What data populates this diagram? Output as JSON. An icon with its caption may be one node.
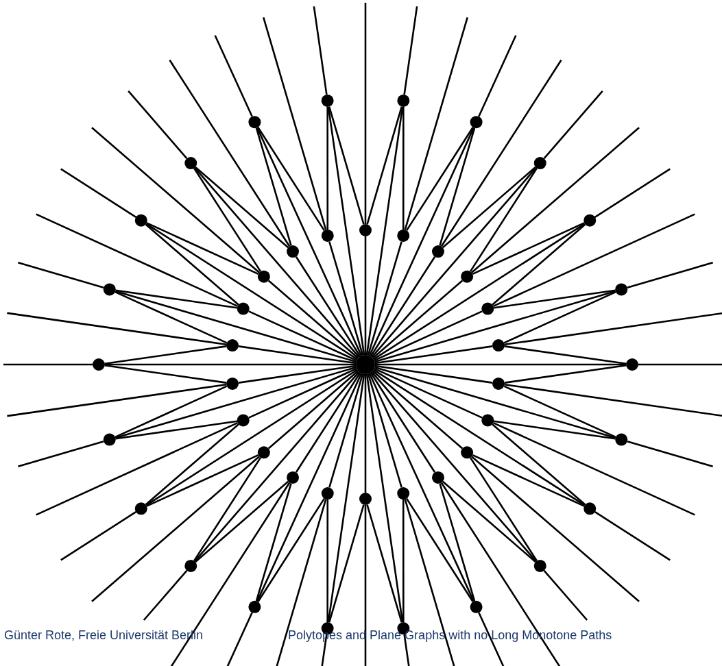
{
  "diagram": {
    "nodes": [
      {
        "text": [],
        "shape": "circle"
      },
      {
        "text": [],
        "shape": "circle"
      },
      {
        "text": [],
        "shape": "circle"
      },
      {
        "text": [],
        "shape": "circle"
      },
      {
        "text": [],
        "shape": "circle"
      },
      {
        "text": [],
        "shape": "circle"
      },
      {
        "text": [],
        "shape": "circle"
      },
      {
        "text": [],
        "shape": "circle"
      },
      {
        "text": [],
        "shape": "circle"
      },
      {
        "text": [],
        "shape": "circle"
      },
      {
        "text": [],
        "shape": "circle"
      },
      {
        "text": [],
        "shape": "circle"
      },
      {
        "text": [],
        "shape": "circle"
      },
      {
        "text": [],
        "shape": "circle"
      },
      {
        "text": [],
        "shape": "circle"
      },
      {
        "text": [],
        "shape": "circle"
      },
      {
        "text": [],
        "shape": "circle"
      },
      {
        "text": [],
        "shape": "circle"
      },
      {
        "text": [],
        "shape": "circle"
      },
      {
        "text": [],
        "shape": "circle"
      },
      {
        "text": [],
        "shape": "circle"
      },
      {
        "text": [],
        "shape": "circle"
      },
      {
        "text": [],
        "shape": "circle"
      },
      {
        "text": [],
        "shape": "circle"
      },
      {
        "text": [],
        "shape": "circle"
      },
      {
        "text": [],
        "shape": "circle"
      },
      {
        "text": [],
        "shape": "circle"
      },
      {
        "text": [],
        "shape": "circle"
      },
      {
        "text": [],
        "shape": "circle"
      },
      {
        "text": [],
        "shape": "circle"
      },
      {
        "text": [],
        "shape": "circle"
      },
      {
        "text": [],
        "shape": "circle"
      },
      {
        "text": [],
        "shape": "circle"
      },
      {
        "text": [],
        "shape": "circle"
      },
      {
        "text": [],
        "shape": "circle"
      },
      {
        "text": [],
        "shape": "circle"
      },
      {
        "text": [],
        "shape": "circle"
      },
      {
        "text": [],
        "shape": "circle"
      },
      {
        "text": [],
        "shape": "circle"
      },
      {
        "text": [],
        "shape": "circle"
      },
      {
        "text": [],
        "shape": "circle"
      },
      {
        "text": [],
        "shape": "circle"
      },
      {
        "text": [],
        "shape": "circle"
      },
      {
        "text": [],
        "shape": "circle"
      },
      {
        "text": [],
        "shape": "circle"
      }
    ],
    "edges": [
      {
        "from": 0,
        "to": 1,
        "arrow": "none"
      },
      {
        "from": 0,
        "to": 2,
        "arrow": "none"
      },
      {
        "from": 0,
        "to": 3,
        "arrow": "none"
      },
      {
        "from": 0,
        "to": 4,
        "arrow": "none"
      },
      {
        "from": 0,
        "to": 5,
        "arrow": "none"
      },
      {
        "from": 0,
        "to": 6,
        "arrow": "none"
      },
      {
        "from": 0,
        "to": 7,
        "arrow": "none"
      },
      {
        "from": 0,
        "to": 8,
        "arrow": "none"
      },
      {
        "from": 0,
        "to": 9,
        "arrow": "none"
      },
      {
        "from": 0,
        "to": 10,
        "arrow": "none"
      },
      {
        "from": 0,
        "to": 11,
        "arrow": "none"
      },
      {
        "from": 0,
        "to": 12,
        "arrow": "none"
      },
      {
        "from": 0,
        "to": 13,
        "arrow": "none"
      },
      {
        "from": 0,
        "to": 14,
        "arrow": "none"
      },
      {
        "from": 0,
        "to": 15,
        "arrow": "none"
      },
      {
        "from": 0,
        "to": 16,
        "arrow": "none"
      },
      {
        "from": 0,
        "to": 17,
        "arrow": "none"
      },
      {
        "from": 0,
        "to": 18,
        "arrow": "none"
      },
      {
        "from": 0,
        "to": 19,
        "arrow": "none"
      },
      {
        "from": 0,
        "to": 20,
        "arrow": "none"
      },
      {
        "from": 0,
        "to": 21,
        "arrow": "none"
      },
      {
        "from": 0,
        "to": 22,
        "arrow": "none"
      },
      {
        "from": 0,
        "to": 23,
        "arrow": "none"
      },
      {
        "from": 0,
        "to": 24,
        "arrow": "none"
      },
      {
        "from": 0,
        "to": 25,
        "arrow": "none"
      },
      {
        "from": 0,
        "to": 26,
        "arrow": "none"
      },
      {
        "from": 0,
        "to": 27,
        "arrow": "none"
      },
      {
        "from": 0,
        "to": 28,
        "arrow": "none"
      },
      {
        "from": 0,
        "to": 29,
        "arrow": "none"
      },
      {
        "from": 0,
        "to": 30,
        "arrow": "none"
      },
      {
        "from": 0,
        "to": 31,
        "arrow": "none"
      },
      {
        "from": 0,
        "to": 32,
        "arrow": "none"
      },
      {
        "from": 0,
        "to": 33,
        "arrow": "none"
      },
      {
        "from": 0,
        "to": 34,
        "arrow": "none"
      },
      {
        "from": 0,
        "to": 35,
        "arrow": "none"
      },
      {
        "from": 0,
        "to": 36,
        "arrow": "none"
      },
      {
        "from": 0,
        "to": 37,
        "arrow": "none"
      },
      {
        "from": 0,
        "to": 38,
        "arrow": "none"
      },
      {
        "from": 0,
        "to": 39,
        "arrow": "none"
      },
      {
        "from": 0,
        "to": 40,
        "arrow": "none"
      },
      {
        "from": 0,
        "to": 41,
        "arrow": "none"
      },
      {
        "from": 0,
        "to": 42,
        "arrow": "none"
      },
      {
        "from": 0,
        "to": 43,
        "arrow": "none"
      },
      {
        "from": 0,
        "to": 44,
        "arrow": "none"
      },
      {
        "from": 1,
        "to": null,
        "arrow": "none"
      },
      {
        "from": 2,
        "to": null,
        "arrow": "none"
      },
      {
        "from": 3,
        "to": null,
        "arrow": "none"
      },
      {
        "from": 4,
        "to": null,
        "arrow": "none"
      },
      {
        "from": 5,
        "to": null,
        "arrow": "none"
      },
      {
        "from": 6,
        "to": null,
        "arrow": "none"
      },
      {
        "from": 7,
        "to": null,
        "arrow": "none"
      },
      {
        "from": 8,
        "to": null,
        "arrow": "none"
      },
      {
        "from": 9,
        "to": null,
        "arrow": "none"
      },
      {
        "from": 10,
        "to": null,
        "arrow": "none"
      },
      {
        "from": 11,
        "to": null,
        "arrow": "none"
      },
      {
        "from": 12,
        "to": null,
        "arrow": "none"
      },
      {
        "from": 13,
        "to": null,
        "arrow": "none"
      },
      {
        "from": 14,
        "to": null,
        "arrow": "none"
      },
      {
        "from": 15,
        "to": null,
        "arrow": "none"
      },
      {
        "from": 16,
        "to": null,
        "arrow": "none"
      },
      {
        "from": 17,
        "to": null,
        "arrow": "none"
      },
      {
        "from": 18,
        "to": null,
        "arrow": "none"
      },
      {
        "from": 19,
        "to": null,
        "arrow": "none"
      },
      {
        "from": 20,
        "to": null,
        "arrow": "none"
      },
      {
        "from": 21,
        "to": null,
        "arrow": "none"
      },
      {
        "from": 22,
        "to": null,
        "arrow": "none"
      },
      {
        "from": 23,
        "to": null,
        "arrow": "none"
      },
      {
        "from": 24,
        "to": null,
        "arrow": "none"
      },
      {
        "from": 25,
        "to": null,
        "arrow": "none"
      },
      {
        "from": 26,
        "to": null,
        "arrow": "none"
      },
      {
        "from": 27,
        "to": null,
        "arrow": "none"
      },
      {
        "from": 28,
        "to": null,
        "arrow": "none"
      },
      {
        "from": 29,
        "to": null,
        "arrow": "none"
      },
      {
        "from": 30,
        "to": null,
        "arrow": "none"
      },
      {
        "from": 31,
        "to": null,
        "arrow": "none"
      },
      {
        "from": 32,
        "to": null,
        "arrow": "none"
      },
      {
        "from": 33,
        "to": null,
        "arrow": "none"
      },
      {
        "from": 34,
        "to": null,
        "arrow": "none"
      },
      {
        "from": 35,
        "to": null,
        "arrow": "none"
      },
      {
        "from": 36,
        "to": null,
        "arrow": "none"
      },
      {
        "from": 37,
        "to": null,
        "arrow": "none"
      },
      {
        "from": 38,
        "to": null,
        "arrow": "none"
      },
      {
        "from": 39,
        "to": null,
        "arrow": "none"
      },
      {
        "from": 40,
        "to": null,
        "arrow": "none"
      },
      {
        "from": 41,
        "to": null,
        "arrow": "none"
      },
      {
        "from": 42,
        "to": null,
        "arrow": "none"
      },
      {
        "from": 43,
        "to": null,
        "arrow": "none"
      },
      {
        "from": 44,
        "to": null,
        "arrow": "none"
      },
      {
        "from": 1,
        "to": 23,
        "arrow": "none"
      },
      {
        "from": 1,
        "to": 44,
        "arrow": "none"
      },
      {
        "from": 2,
        "to": 24,
        "arrow": "none"
      },
      {
        "from": 2,
        "to": 23,
        "arrow": "none"
      },
      {
        "from": 3,
        "to": 25,
        "arrow": "none"
      },
      {
        "from": 3,
        "to": 24,
        "arrow": "none"
      },
      {
        "from": 4,
        "to": 26,
        "arrow": "none"
      },
      {
        "from": 4,
        "to": 25,
        "arrow": "none"
      },
      {
        "from": 5,
        "to": 27,
        "arrow": "none"
      },
      {
        "from": 5,
        "to": 26,
        "arrow": "none"
      },
      {
        "from": 6,
        "to": 28,
        "arrow": "none"
      },
      {
        "from": 6,
        "to": 27,
        "arrow": "none"
      },
      {
        "from": 7,
        "to": 29,
        "arrow": "none"
      },
      {
        "from": 7,
        "to": 28,
        "arrow": "none"
      },
      {
        "from": 8,
        "to": 30,
        "arrow": "none"
      },
      {
        "from": 8,
        "to": 29,
        "arrow": "none"
      },
      {
        "from": 9,
        "to": 31,
        "arrow": "none"
      },
      {
        "from": 9,
        "to": 30,
        "arrow": "none"
      },
      {
        "from": 10,
        "to": 32,
        "arrow": "none"
      },
      {
        "from": 10,
        "to": 31,
        "arrow": "none"
      },
      {
        "from": 11,
        "to": 33,
        "arrow": "none"
      },
      {
        "from": 11,
        "to": 32,
        "arrow": "none"
      },
      {
        "from": 12,
        "to": 34,
        "arrow": "none"
      },
      {
        "from": 12,
        "to": 33,
        "arrow": "none"
      },
      {
        "from": 13,
        "to": 35,
        "arrow": "none"
      },
      {
        "from": 13,
        "to": 34,
        "arrow": "none"
      },
      {
        "from": 14,
        "to": 36,
        "arrow": "none"
      },
      {
        "from": 14,
        "to": 35,
        "arrow": "none"
      },
      {
        "from": 15,
        "to": 37,
        "arrow": "none"
      },
      {
        "from": 15,
        "to": 36,
        "arrow": "none"
      },
      {
        "from": 16,
        "to": 38,
        "arrow": "none"
      },
      {
        "from": 16,
        "to": 37,
        "arrow": "none"
      },
      {
        "from": 17,
        "to": 39,
        "arrow": "none"
      },
      {
        "from": 17,
        "to": 38,
        "arrow": "none"
      },
      {
        "from": 18,
        "to": 40,
        "arrow": "none"
      },
      {
        "from": 18,
        "to": 39,
        "arrow": "none"
      },
      {
        "from": 19,
        "to": 41,
        "arrow": "none"
      },
      {
        "from": 19,
        "to": 40,
        "arrow": "none"
      },
      {
        "from": 20,
        "to": 42,
        "arrow": "none"
      },
      {
        "from": 20,
        "to": 41,
        "arrow": "none"
      },
      {
        "from": 21,
        "to": 43,
        "arrow": "none"
      },
      {
        "from": 21,
        "to": 42,
        "arrow": "none"
      },
      {
        "from": 22,
        "to": 44,
        "arrow": "none"
      },
      {
        "from": 22,
        "to": 43,
        "arrow": "none"
      }
    ],
    "labels": [
      "Günter Rote, Freie Universität Berlin",
      "Polytopes and Plane Graphs with no Long Monotone Paths"
    ]
  }
}
